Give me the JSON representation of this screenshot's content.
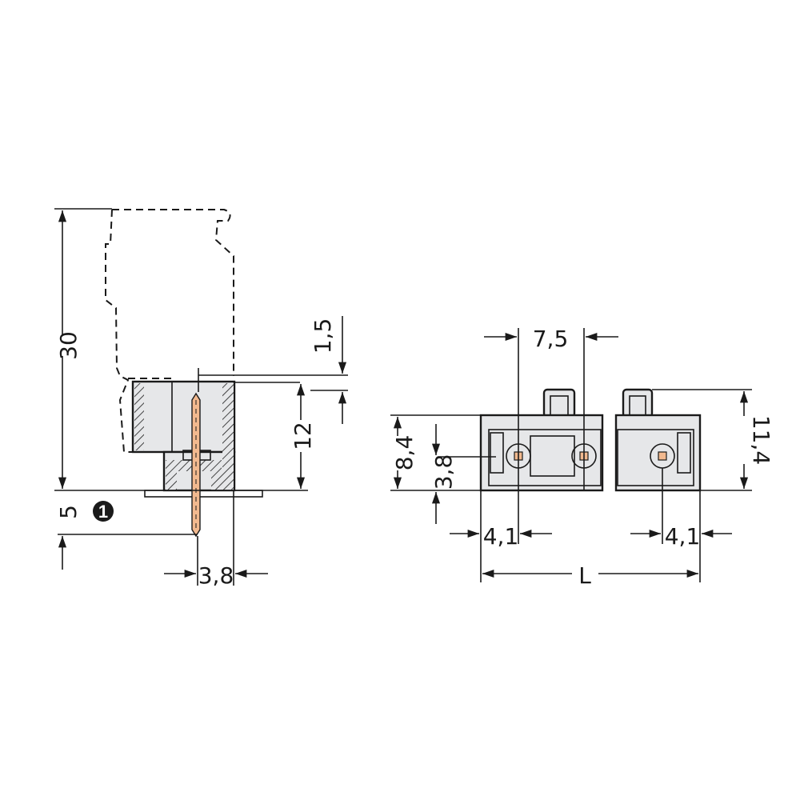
{
  "colors": {
    "line": "#1a1a1a",
    "body_fill": "#e6e7e9",
    "pin": "#f2b98f",
    "pcb": "#7fa06a",
    "background": "#ffffff"
  },
  "side_view": {
    "dimensions": {
      "overall_height": "30",
      "pin_length": "5",
      "offset_top": "1,5",
      "body_height": "12",
      "pin_offset": "3,8"
    },
    "note_marker": "1"
  },
  "front_view": {
    "dimensions": {
      "pitch": "7,5",
      "body_height": "8,4",
      "pin_height": "3,8",
      "total_height": "11,4",
      "edge_left": "4,1",
      "edge_right": "4,1",
      "length": "L"
    }
  }
}
